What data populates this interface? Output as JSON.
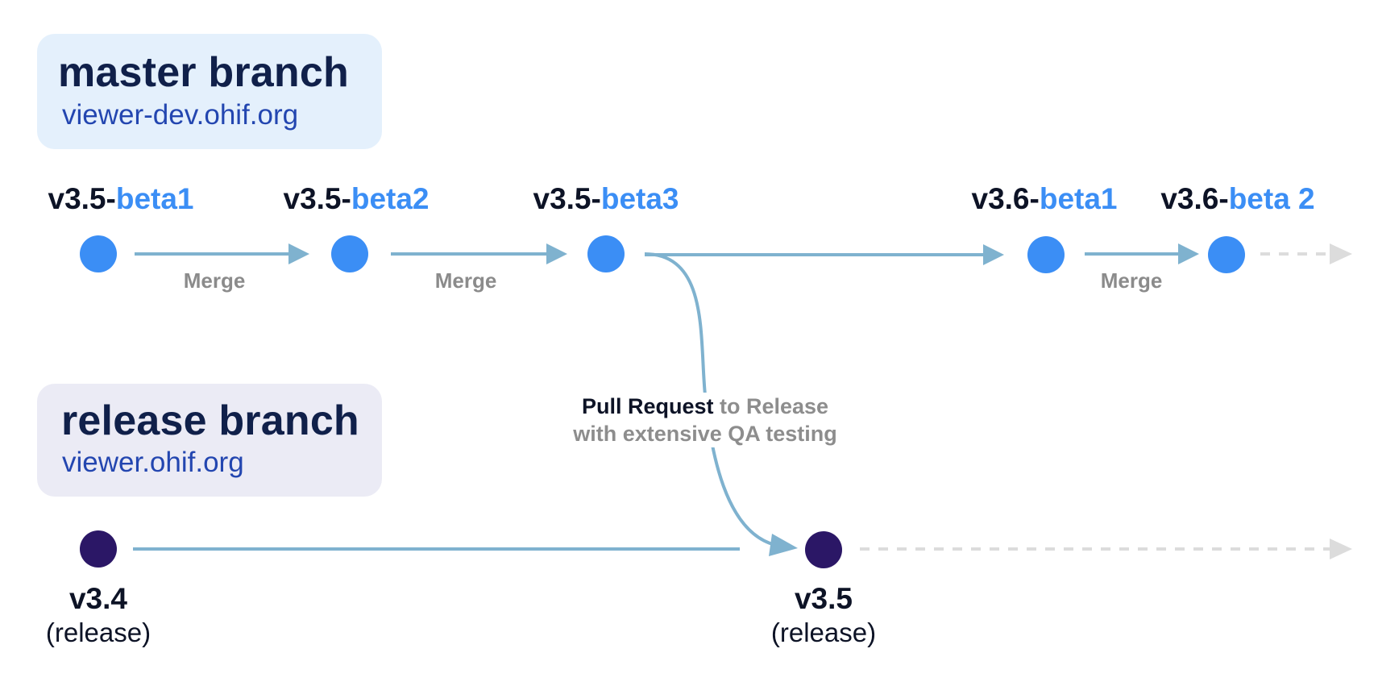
{
  "master_branch": {
    "title": "master branch",
    "url": "viewer-dev.ohif.org"
  },
  "release_branch": {
    "title": "release branch",
    "url": "viewer.ohif.org"
  },
  "master_versions": [
    {
      "base": "v3.5-",
      "suffix": "beta1"
    },
    {
      "base": "v3.5-",
      "suffix": "beta2"
    },
    {
      "base": "v3.5-",
      "suffix": "beta3"
    },
    {
      "base": "v3.6-",
      "suffix": "beta1"
    },
    {
      "base": "v3.6-",
      "suffix": "beta 2"
    }
  ],
  "merge_labels": [
    "Merge",
    "Merge",
    "Merge"
  ],
  "release_versions": [
    {
      "version": "v3.4",
      "note": "(release)"
    },
    {
      "version": "v3.5",
      "note": "(release)"
    }
  ],
  "pull_request": {
    "strong": "Pull Request",
    "soft_1": " to Release",
    "soft_2": "with extensive QA testing"
  },
  "colors": {
    "master_node": "#3b8ef5",
    "release_node": "#2b1766",
    "connector": "#7fb2cf",
    "future": "#dcdcdc"
  }
}
